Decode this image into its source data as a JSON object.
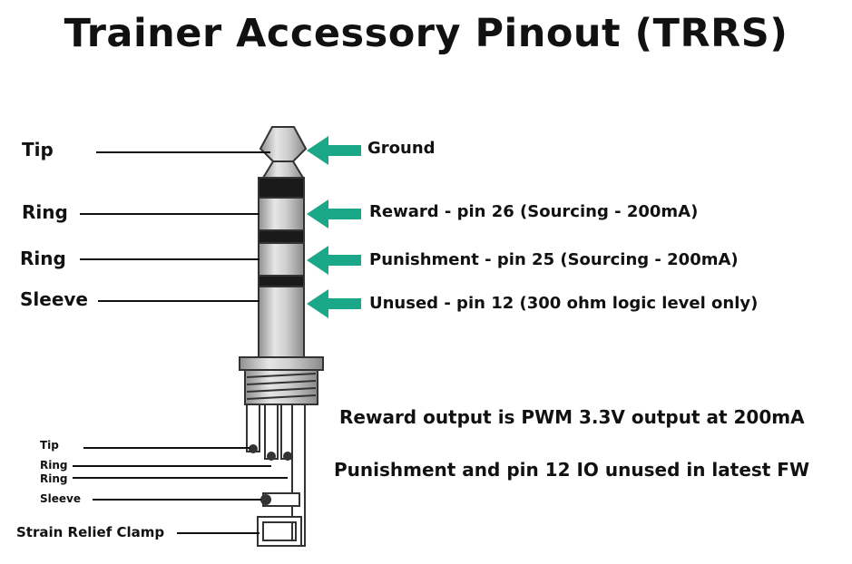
{
  "title": "Trainer Accessory Pinout (TRRS)",
  "left_labels": {
    "tip": "Tip",
    "ring1": "Ring",
    "ring2": "Ring",
    "sleeve": "Sleeve"
  },
  "pin_descriptions": {
    "tip": "Ground",
    "ring1": "Reward - pin 26 (Sourcing - 200mA)",
    "ring2": "Punishment - pin 25 (Sourcing - 200mA)",
    "sleeve": "Unused - pin 12 (300 ohm logic level only)"
  },
  "solder_labels": {
    "tip": "Tip",
    "ring1": "Ring",
    "ring2": "Ring",
    "sleeve": "Sleeve",
    "strain": "Strain Relief Clamp"
  },
  "notes": {
    "reward": "Reward output is PWM 3.3V output at 200mA",
    "punishment": "Punishment and pin 12 IO unused in latest FW"
  },
  "colors": {
    "arrow": "#1aa889",
    "plug": "#bdbdbd",
    "insulator": "#1a1a1a"
  }
}
